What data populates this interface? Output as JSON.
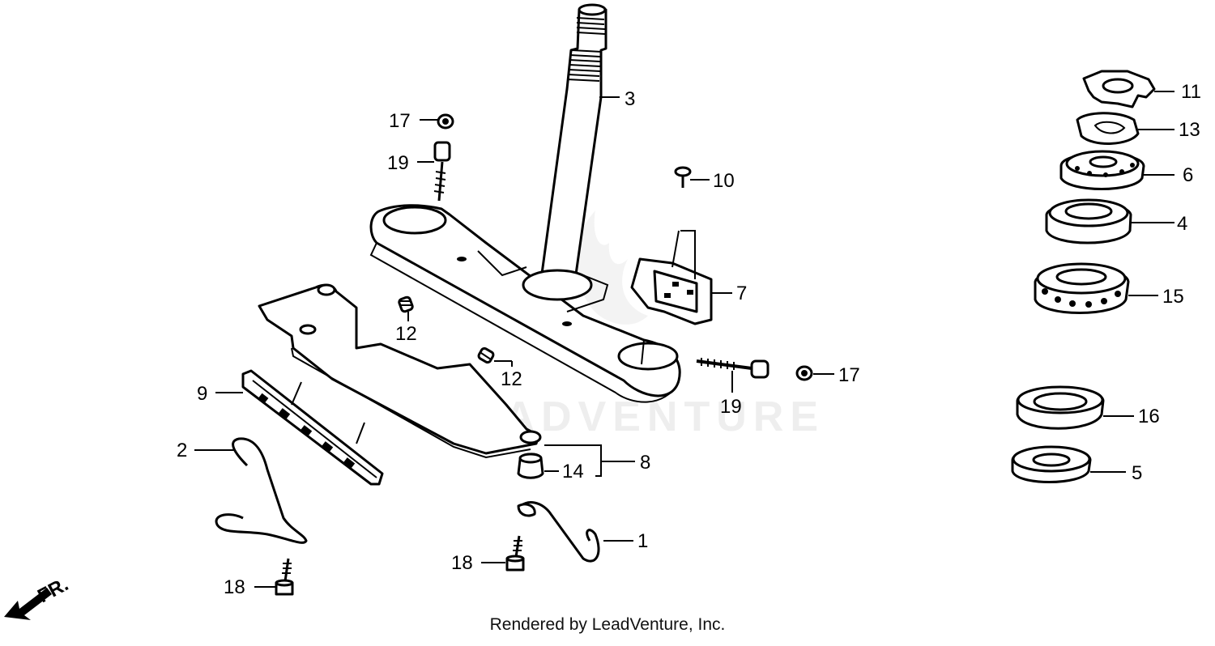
{
  "watermark": "LEADVENTURE",
  "credit": "Rendered by LeadVenture, Inc.",
  "direction_label": "FR.",
  "callouts": [
    {
      "id": "c1",
      "text": "1"
    },
    {
      "id": "c2",
      "text": "2"
    },
    {
      "id": "c3",
      "text": "3"
    },
    {
      "id": "c4",
      "text": "4"
    },
    {
      "id": "c5",
      "text": "5"
    },
    {
      "id": "c6",
      "text": "6"
    },
    {
      "id": "c7",
      "text": "7"
    },
    {
      "id": "c8",
      "text": "8"
    },
    {
      "id": "c9",
      "text": "9"
    },
    {
      "id": "c10",
      "text": "10"
    },
    {
      "id": "c11",
      "text": "11"
    },
    {
      "id": "c12a",
      "text": "12"
    },
    {
      "id": "c12b",
      "text": "12"
    },
    {
      "id": "c13",
      "text": "13"
    },
    {
      "id": "c14",
      "text": "14"
    },
    {
      "id": "c15",
      "text": "15"
    },
    {
      "id": "c16",
      "text": "16"
    },
    {
      "id": "c17a",
      "text": "17"
    },
    {
      "id": "c17b",
      "text": "17"
    },
    {
      "id": "c18a",
      "text": "18"
    },
    {
      "id": "c18b",
      "text": "18"
    },
    {
      "id": "c19a",
      "text": "19"
    },
    {
      "id": "c19b",
      "text": "19"
    }
  ]
}
